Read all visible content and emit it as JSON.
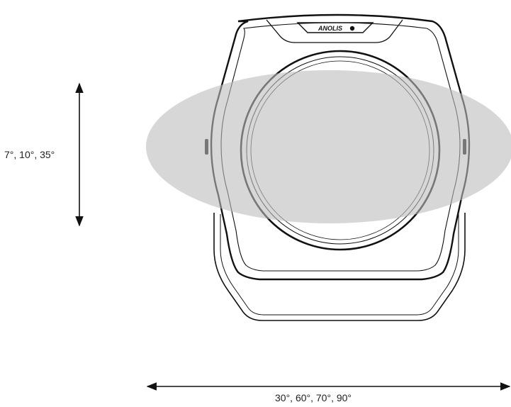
{
  "brand_logo_text": "ANOLIS",
  "vertical_beam_label": "7°, 10°, 35°",
  "horizontal_beam_label": "30°, 60°, 70°, 90°",
  "colors": {
    "line": "#111111",
    "beam_fill": "#cfcfcf",
    "background": "#ffffff"
  }
}
